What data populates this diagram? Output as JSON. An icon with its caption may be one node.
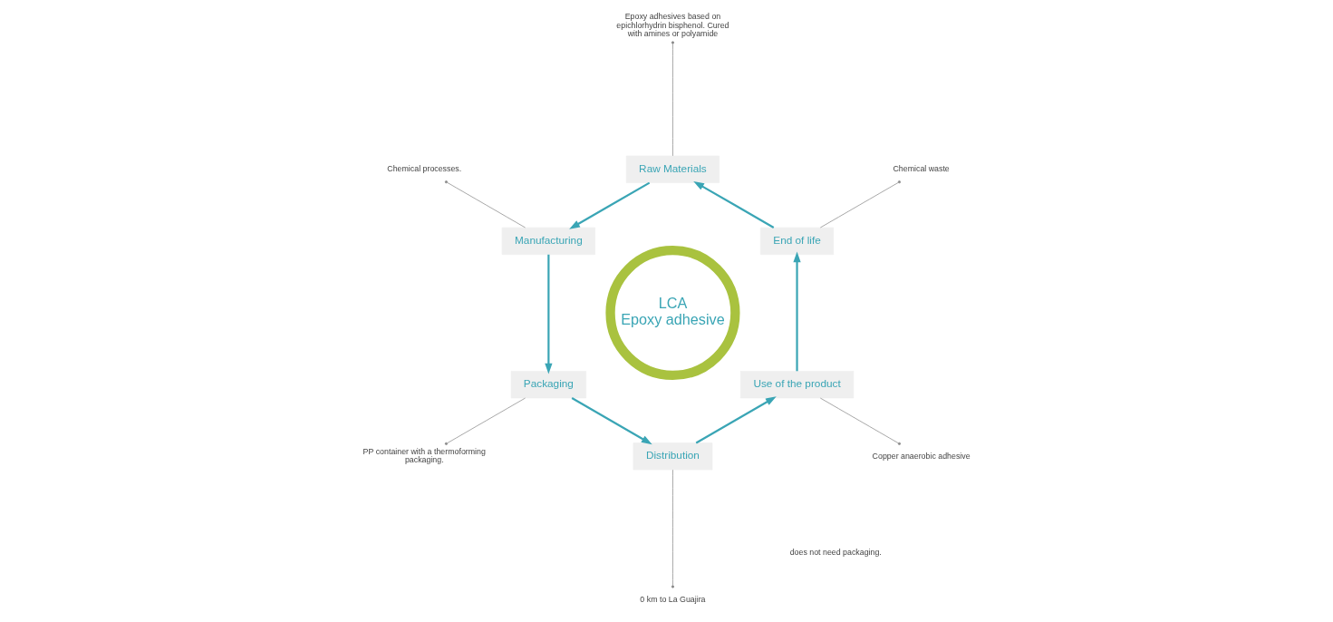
{
  "diagram": {
    "nodes": [
      {
        "text": [
          "LCA",
          "Epoxy adhesive"
        ]
      },
      {
        "text": [
          "End of life"
        ]
      },
      {
        "text": [
          "Raw Materials"
        ]
      },
      {
        "text": [
          "Manufacturing"
        ]
      },
      {
        "text": [
          "Packaging"
        ]
      },
      {
        "text": [
          "Distribution"
        ]
      },
      {
        "text": [
          "Use of the product"
        ]
      },
      {
        "text": [
          "Chemical waste"
        ]
      },
      {
        "text": [
          "Epoxy adhesives based on epichlorhydrin bisphenol. Cured with amines or polyamide"
        ]
      },
      {
        "text": [
          "Chemical processes."
        ]
      },
      {
        "text": [
          "PP container with a thermoforming packaging."
        ]
      },
      {
        "text": [
          "0 km to La Guajira"
        ]
      },
      {
        "text": [
          "Copper anaerobic adhesive"
        ]
      }
    ],
    "edges": [
      {
        "from": 2,
        "to": 3,
        "arrow": "to"
      },
      {
        "from": 3,
        "to": 4,
        "arrow": "to"
      },
      {
        "from": 4,
        "to": 5,
        "arrow": "to"
      },
      {
        "from": 5,
        "to": 6,
        "arrow": "to"
      },
      {
        "from": 6,
        "to": 1,
        "arrow": "to"
      },
      {
        "from": 1,
        "to": 2,
        "arrow": "to"
      },
      {
        "from": 1,
        "to": 7,
        "arrow": "other"
      },
      {
        "from": 2,
        "to": 8,
        "arrow": "other"
      },
      {
        "from": 3,
        "to": 9,
        "arrow": "other"
      },
      {
        "from": 4,
        "to": 10,
        "arrow": "other"
      },
      {
        "from": 5,
        "to": 11,
        "arrow": "other"
      },
      {
        "from": 6,
        "to": 12,
        "arrow": "other"
      }
    ],
    "labels": [
      "does not need packaging."
    ]
  }
}
